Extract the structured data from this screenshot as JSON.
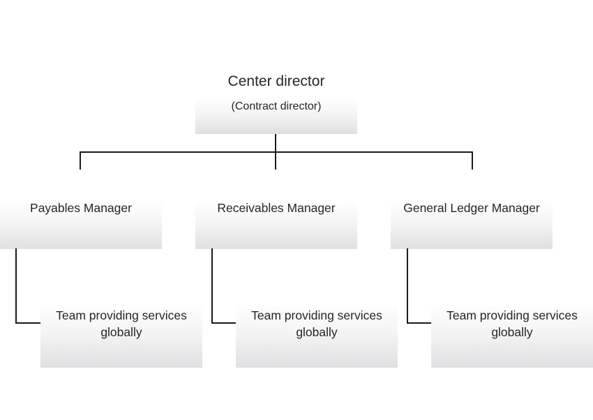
{
  "diagram": {
    "type": "org-chart",
    "root": {
      "title": "Center director",
      "subtitle": "(Contract director)"
    },
    "managers": [
      {
        "label": "Payables Manager"
      },
      {
        "label": "Receivables Manager"
      },
      {
        "label": "General Ledger Manager"
      }
    ],
    "teams": [
      {
        "label": "Team providing services globally"
      },
      {
        "label": "Team providing services globally"
      },
      {
        "label": "Team providing services globally"
      }
    ],
    "colors": {
      "background": "#ffffff",
      "box_gradient_top": "#fefefe",
      "box_gradient_bottom": "#e0e0e2",
      "connector": "#1a1a1a",
      "text": "#262626"
    }
  }
}
